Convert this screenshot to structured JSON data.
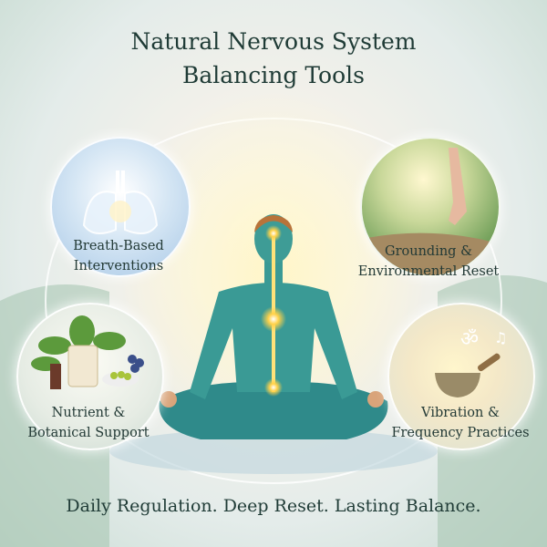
{
  "title": {
    "line1": "Natural Nervous System",
    "line2": "Balancing Tools"
  },
  "tools": [
    {
      "line1": "Breath-Based",
      "line2": "Interventions",
      "icon": "lungs-icon"
    },
    {
      "line1": "Grounding &",
      "line2": "Environmental Reset",
      "icon": "bare-feet-nature-icon"
    },
    {
      "line1": "Nutrient &",
      "line2": "Botanical Support",
      "icon": "herbs-supplements-icon"
    },
    {
      "line1": "Vibration &",
      "line2": "Frequency Practices",
      "icon": "singing-bowl-icon"
    }
  ],
  "footer": "Daily Regulation. Deep Reset. Lasting Balance.",
  "colors": {
    "title": "#1f3b36",
    "figure": "#2f8a8a",
    "glow": "#ffd24a"
  }
}
